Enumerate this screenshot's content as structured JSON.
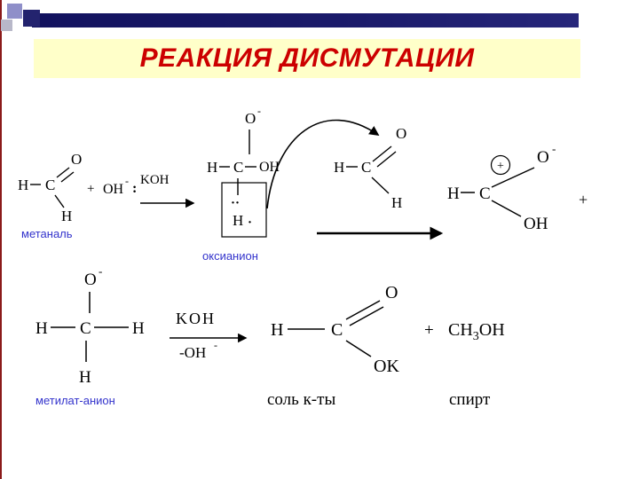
{
  "colors": {
    "title_red": "#cc0000",
    "label_blue": "#3333cc",
    "header_navy": "#1b1b6b",
    "title_background": "#ffffc9"
  },
  "title": "РЕАКЦИЯ ДИСМУТАЦИИ",
  "row1": {
    "methanal": {
      "h_left": "H",
      "c": "C",
      "o": "O",
      "h_down": "H",
      "label": "метаналь"
    },
    "plus": "+",
    "hydroxide": {
      "formula": "OH",
      "charge": "-",
      "lone_pair": ":"
    },
    "catalyst": "KOH",
    "oxyanion": {
      "o_top": "O",
      "o_charge": "-",
      "h_left": "H",
      "c": "C",
      "oh": "OH",
      "lone_pair": "··",
      "h_bottom": "H",
      "electron_dot": "·",
      "label": "оксианион"
    },
    "methanal2": {
      "h_left": "H",
      "c": "C",
      "o": "O",
      "h_down": "H"
    },
    "product": {
      "circled_plus": "+",
      "o_top": "O",
      "o_charge": "-",
      "h_left": "H",
      "c": "C",
      "oh": "OH"
    },
    "plus_end": "+"
  },
  "row2": {
    "methylate": {
      "o_top": "O",
      "o_charge": "-",
      "h_left": "H",
      "c": "C",
      "h_right": "H",
      "h_down": "H",
      "label": "метилат-анион"
    },
    "arrow": {
      "above": "KOH",
      "below": "-OH",
      "below_charge": "-"
    },
    "formate": {
      "h_left": "H",
      "c": "C",
      "o": "O",
      "ok": "OK"
    },
    "plus": "+",
    "methanol": {
      "part1": "CH",
      "sub": "3",
      "part2": "OH"
    },
    "salt_label": "соль к-ты",
    "alcohol_label": "спирт"
  }
}
